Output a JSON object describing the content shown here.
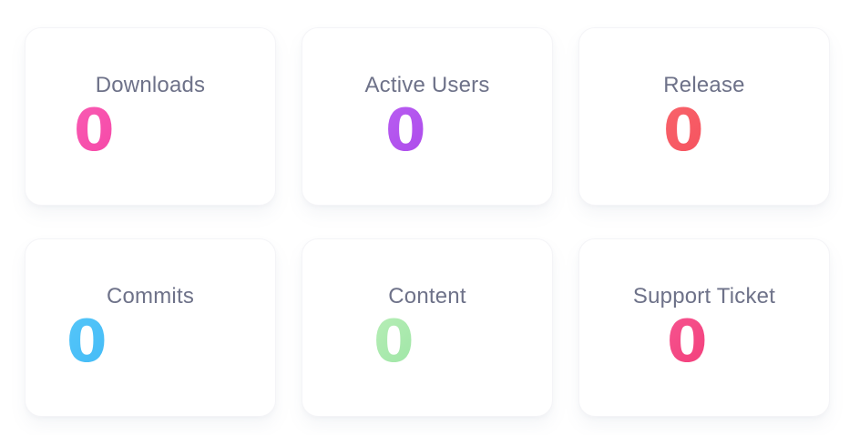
{
  "page": {
    "background": "#ffffff",
    "label_color": "#6e7289"
  },
  "cards": [
    {
      "id": "downloads",
      "label": "Downloads",
      "value": "0",
      "color": "#f4399f",
      "gradient_from": "#f95bb3",
      "gradient_to": "#f02893"
    },
    {
      "id": "active-users",
      "label": "Active Users",
      "value": "0",
      "color": "#aa46ea",
      "gradient_from": "#b95ef1",
      "gradient_to": "#9b30e3"
    },
    {
      "id": "release",
      "label": "Release",
      "value": "0",
      "color": "#f54b58",
      "gradient_from": "#f8646b",
      "gradient_to": "#f33a4e"
    },
    {
      "id": "commits",
      "label": "Commits",
      "value": "0",
      "color": "#38b6f6",
      "gradient_from": "#55c6f9",
      "gradient_to": "#27a8f1"
    },
    {
      "id": "content",
      "label": "Content",
      "value": "0",
      "color": "#8ce09b",
      "gradient_from": "#b8eeb7",
      "gradient_to": "#77d98c"
    },
    {
      "id": "support-ticket",
      "label": "Support Ticket",
      "value": "0",
      "color": "#f23370",
      "gradient_from": "#f65590",
      "gradient_to": "#ee215f"
    }
  ]
}
